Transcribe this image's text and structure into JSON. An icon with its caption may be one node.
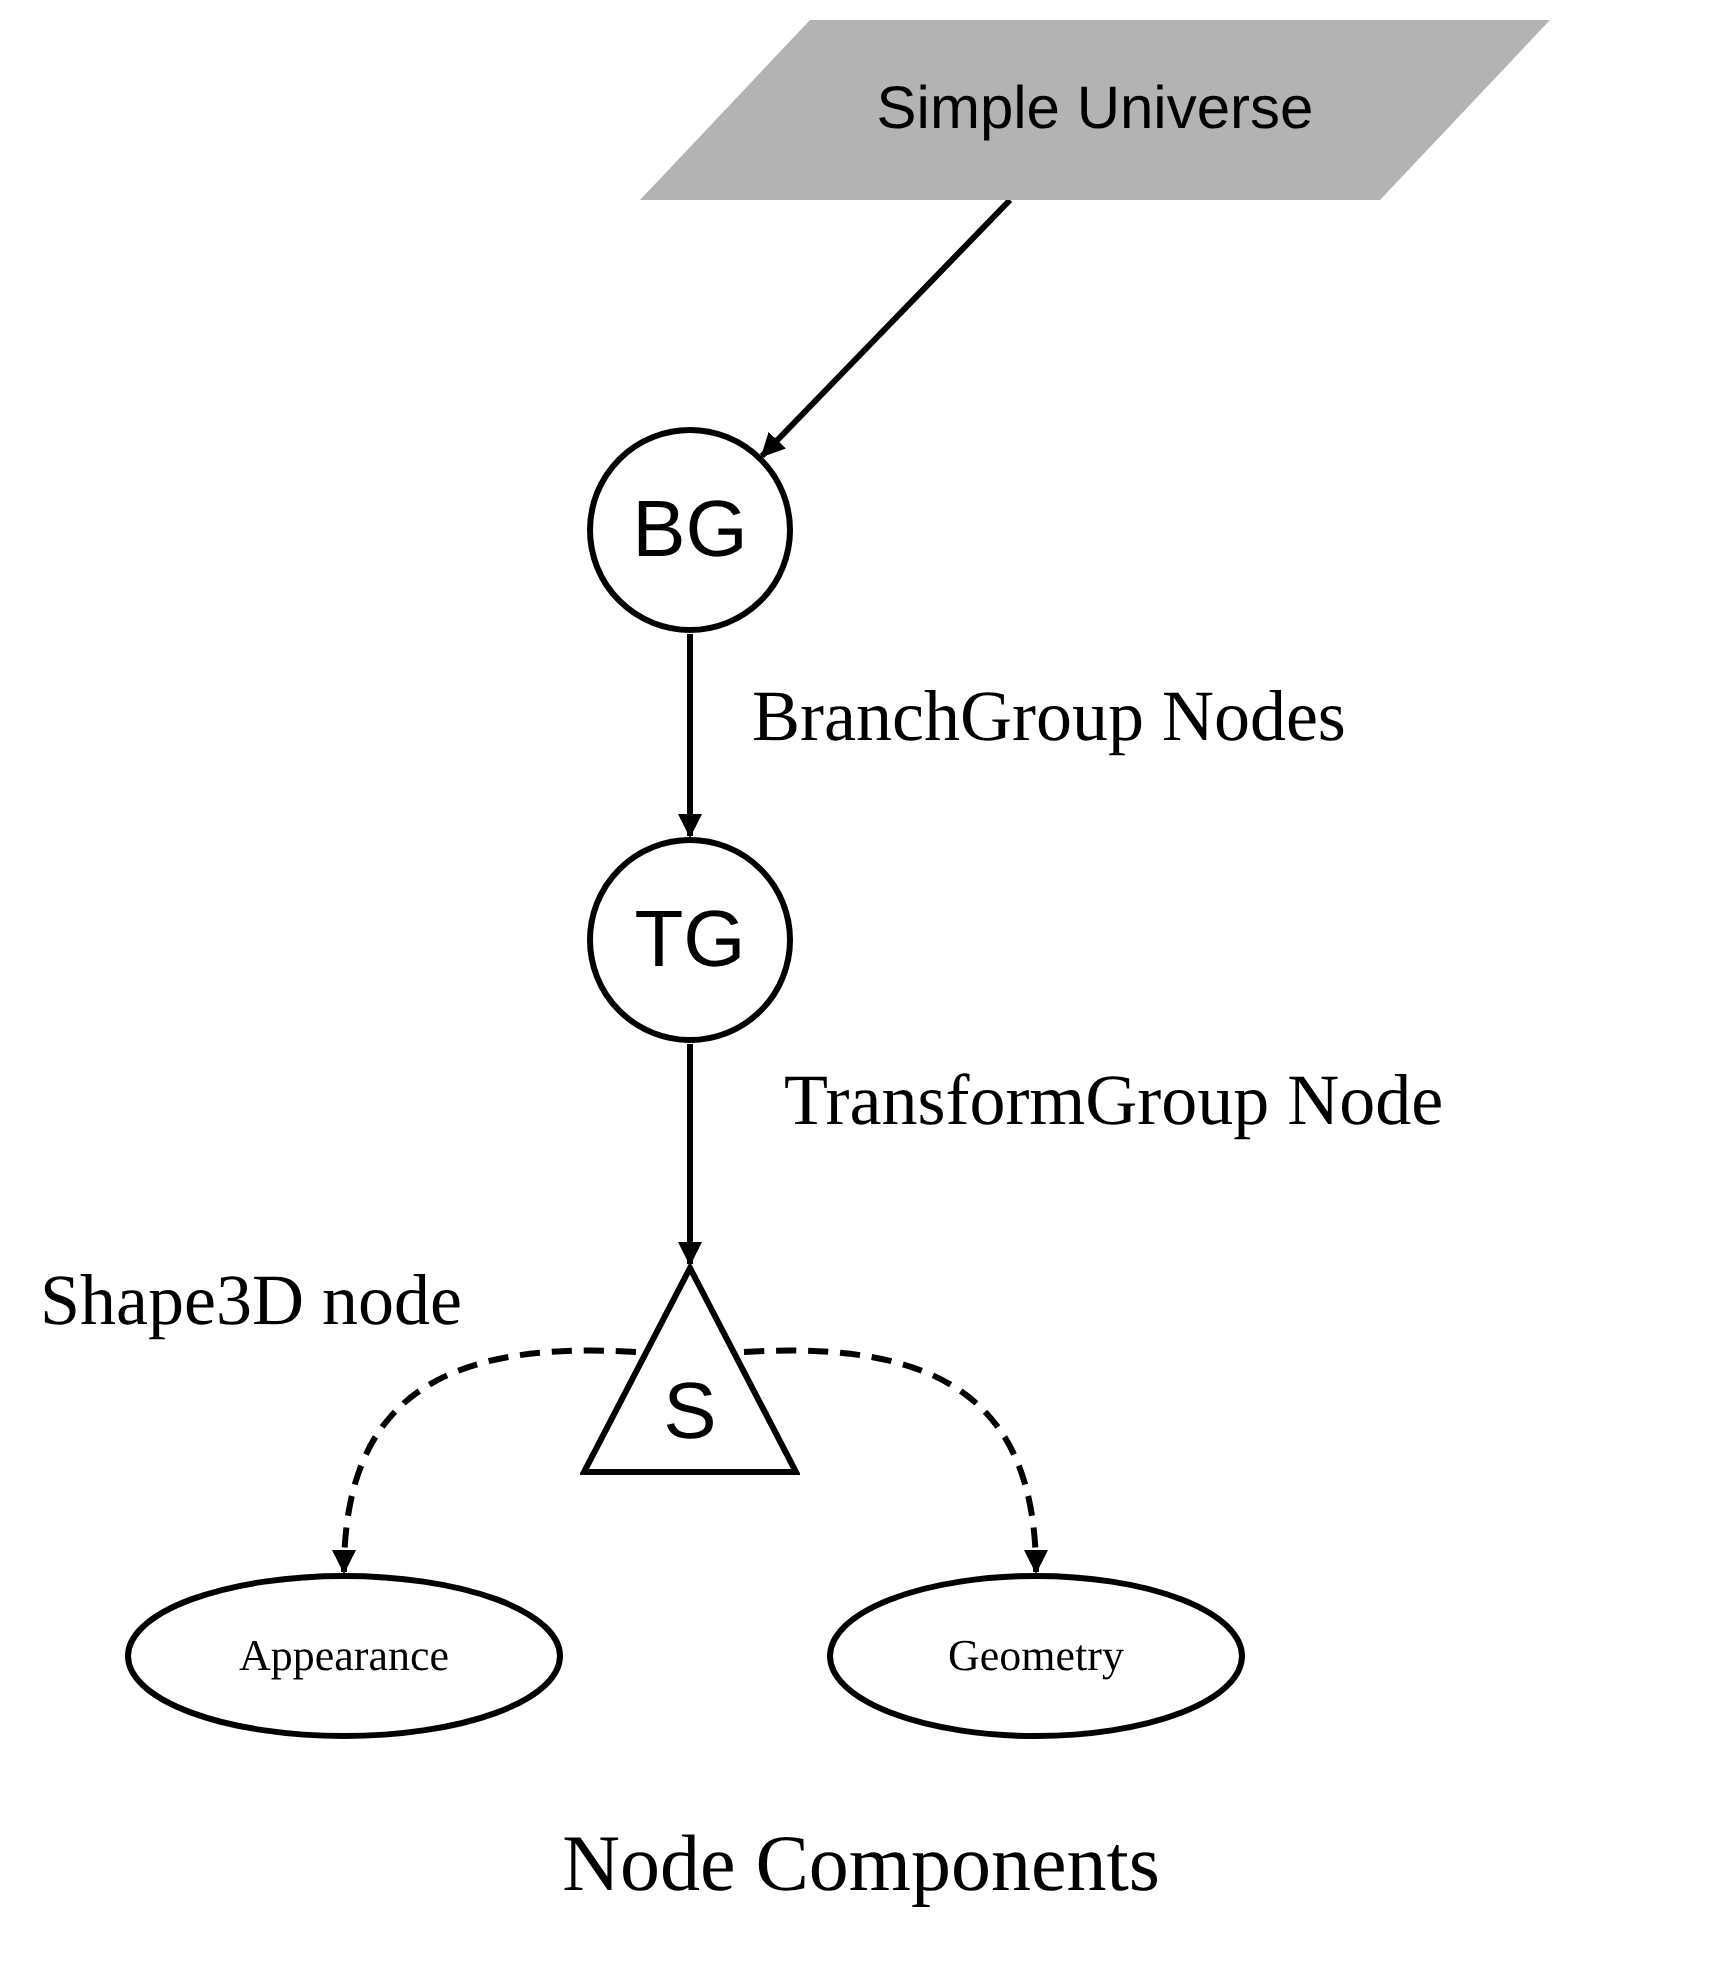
{
  "diagram": {
    "nodes": [
      {
        "text": [
          "Simple Universe"
        ]
      },
      {
        "text": [
          "BG"
        ],
        "beside": [
          "BranchGroup Nodes"
        ]
      },
      {
        "text": [
          "TG"
        ],
        "beside": [
          "TransformGroup Node"
        ]
      },
      {
        "text": [
          "S"
        ],
        "beside": [
          "Shape3D node"
        ]
      },
      {
        "text": [
          "Appearance"
        ]
      },
      {
        "text": [
          "Geometry"
        ]
      }
    ],
    "edges": [
      {
        "from": 0,
        "to": 1,
        "arrow": "to"
      },
      {
        "from": 1,
        "to": 2,
        "arrow": "to"
      },
      {
        "from": 2,
        "to": 3,
        "arrow": "to"
      },
      {
        "from": 3,
        "to": 4,
        "arrow": "to",
        "style": "dashed"
      },
      {
        "from": 3,
        "to": 5,
        "arrow": "to",
        "style": "dashed"
      }
    ],
    "labels": [
      "Node Components"
    ]
  }
}
